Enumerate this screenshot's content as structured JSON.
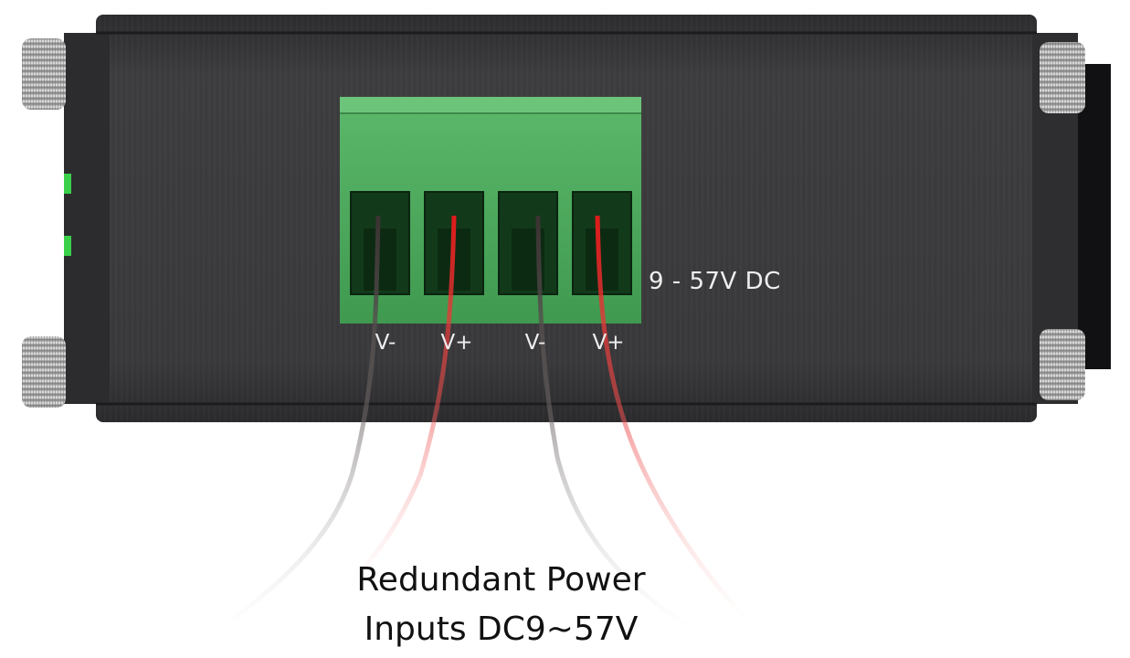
{
  "device": {
    "voltage_label": "9 - 57V DC",
    "terminals": [
      "V-",
      "V+",
      "V-",
      "V+"
    ]
  },
  "caption": {
    "line1": "Redundant Power",
    "line2": "Inputs DC9~57V"
  },
  "colors": {
    "housing": "#3a3a3c",
    "terminal_block": "#4aa35a",
    "wire_negative": "#3a3232",
    "wire_positive": "#e01a1a",
    "caption_text": "#111111"
  }
}
